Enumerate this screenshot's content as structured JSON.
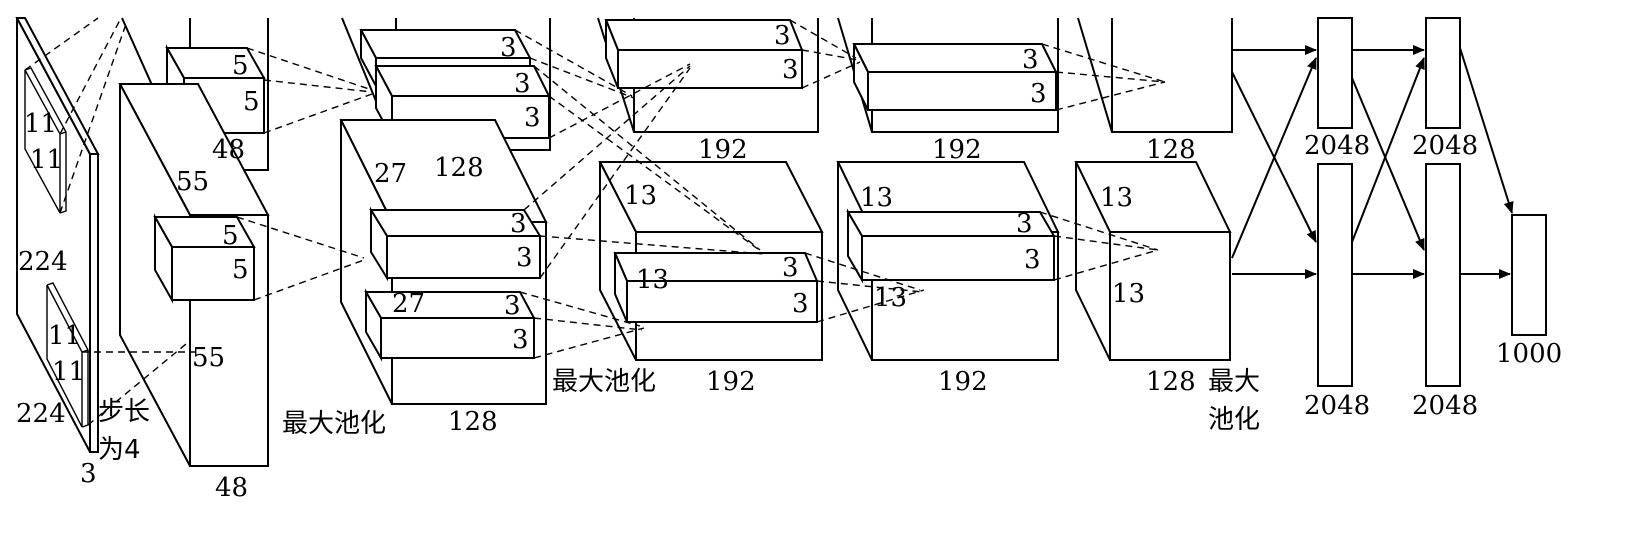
{
  "input": {
    "size_h": "224",
    "size_w": "224",
    "channels": "3",
    "kernel_top_a": "11",
    "kernel_top_b": "11",
    "kernel_bot_a": "11",
    "kernel_bot_b": "11",
    "stride_line1": "步长",
    "stride_line2": "为4"
  },
  "conv1": {
    "size_a": "55",
    "size_b": "55",
    "depth_top": "48",
    "depth_bot": "48",
    "kernel_top_a": "5",
    "kernel_top_b": "5",
    "kernel_bot_a": "5",
    "kernel_bot_b": "5"
  },
  "conv2": {
    "size_a": "27",
    "size_b": "27",
    "depth_top": "128",
    "depth_bot": "128",
    "pool_label": "最大池化",
    "kernel_top1_a": "3",
    "kernel_top2_a": "3",
    "kernel_top2_b": "3",
    "kernel_bot1_a": "3",
    "kernel_bot1_b": "3",
    "kernel_bot2_a": "3",
    "kernel_bot2_b": "3"
  },
  "conv3": {
    "size_a": "13",
    "size_b": "13",
    "depth_top": "192",
    "depth_bot": "192",
    "pool_label": "最大池化",
    "kernel_top_a": "3",
    "kernel_top_b": "3",
    "kernel_bot_a": "3",
    "kernel_bot_b": "3"
  },
  "conv4": {
    "size_a": "13",
    "size_b": "13",
    "depth_top": "192",
    "depth_bot": "192",
    "kernel_top_a": "3",
    "kernel_top_b": "3",
    "kernel_bot_a": "3",
    "kernel_bot_b": "3"
  },
  "conv5": {
    "size_a": "13",
    "size_b": "13",
    "depth_top": "128",
    "depth_bot": "128",
    "pool_line1": "最大",
    "pool_line2": "池化"
  },
  "fc": {
    "fc1_top": "2048",
    "fc1_bot": "2048",
    "fc2_top": "2048",
    "fc2_bot": "2048",
    "output": "1000"
  }
}
